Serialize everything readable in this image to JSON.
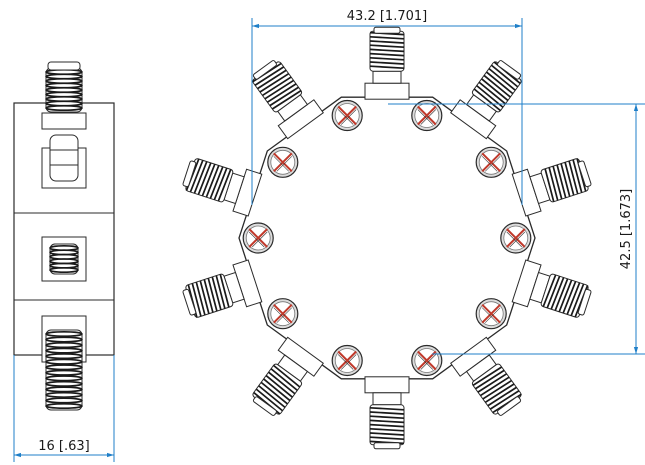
{
  "dimensions": {
    "width_label": "43.2 [1.701]",
    "height_label": "42.5 [1.673]",
    "depth_label": "16 [.63]"
  },
  "colors": {
    "outline": "#2b2b2b",
    "dimension_line": "#1f7fc8",
    "screw_cross": "#c0392b",
    "thread": "#1a1a1a",
    "screw_fill": "#dcdcdc"
  },
  "views": {
    "side_connectors": 4,
    "radial_connectors": 10,
    "screws": 10
  }
}
